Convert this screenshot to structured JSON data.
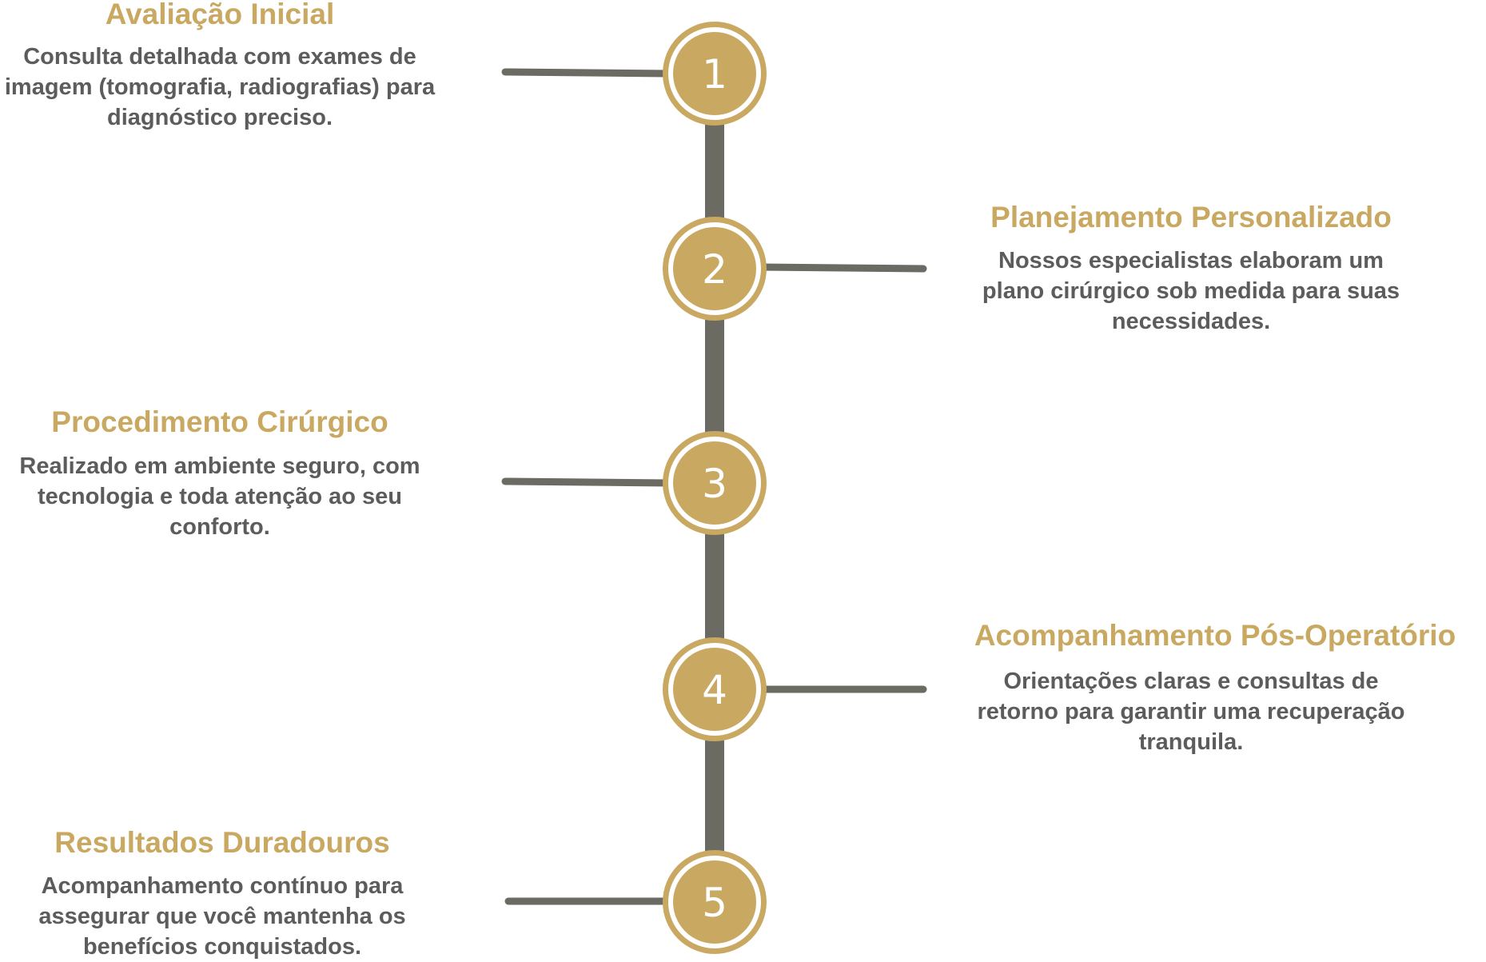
{
  "colors": {
    "accent": "#c9a961",
    "connector": "#6b6b63",
    "text": "#5c5c5c",
    "node_number": "#ffffff",
    "background": "#ffffff"
  },
  "steps": [
    {
      "number": "1",
      "title": "Avaliação Inicial",
      "description": "Consulta detalhada com exames de imagem (tomografia, radiografias) para diagnóstico preciso.",
      "side": "left"
    },
    {
      "number": "2",
      "title": "Planejamento Personalizado",
      "description": "Nossos especialistas elaboram um plano cirúrgico sob medida para suas necessidades.",
      "side": "right"
    },
    {
      "number": "3",
      "title": "Procedimento Cirúrgico",
      "description": "Realizado em ambiente seguro, com tecnologia e toda atenção ao seu conforto.",
      "side": "left"
    },
    {
      "number": "4",
      "title": "Acompanhamento Pós-Operatório",
      "description": "Orientações claras e consultas de retorno para garantir uma recuperação tranquila.",
      "side": "right"
    },
    {
      "number": "5",
      "title": "Resultados Duradouros",
      "description": "Acompanhamento contínuo para assegurar que você mantenha os benefícios conquistados.",
      "side": "left"
    }
  ]
}
